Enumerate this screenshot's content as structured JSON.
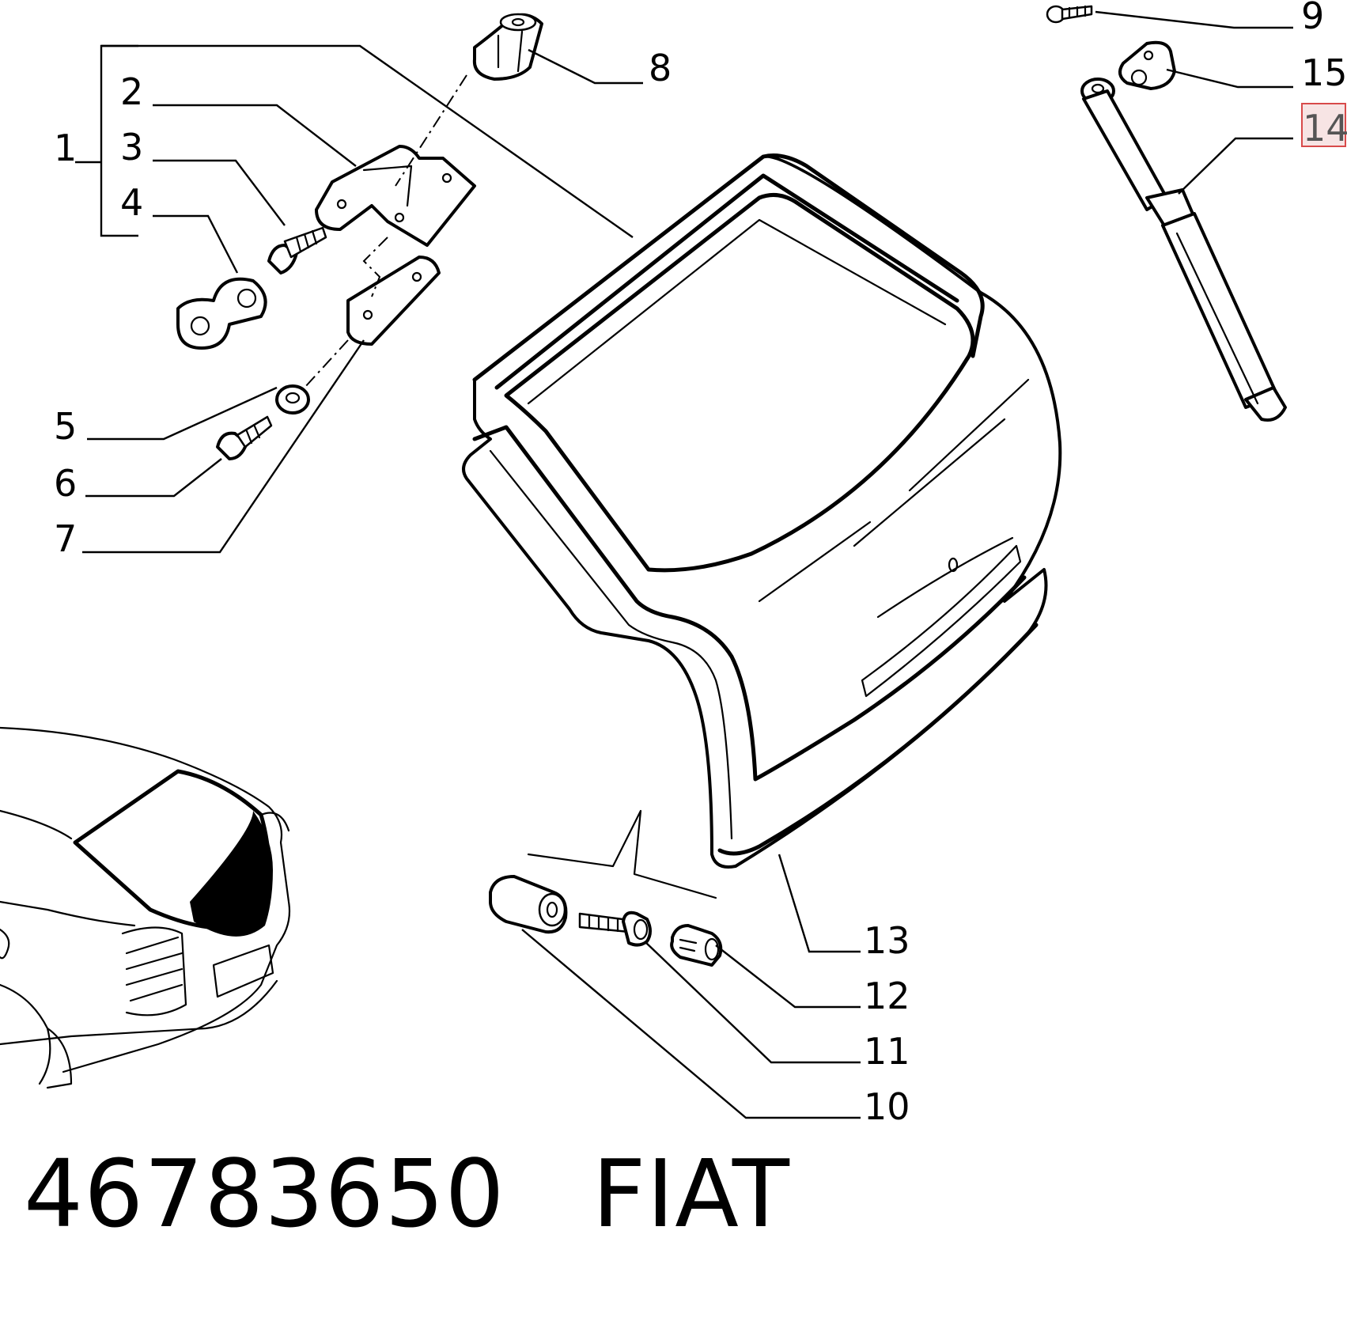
{
  "footer": {
    "part_number": "46783650",
    "brand": "FIAT"
  },
  "callouts": {
    "c1": "1",
    "c2": "2",
    "c3": "3",
    "c4": "4",
    "c5": "5",
    "c6": "6",
    "c7": "7",
    "c8": "8",
    "c9": "9",
    "c10": "10",
    "c11": "11",
    "c12": "12",
    "c13": "13",
    "c14": "14",
    "c15": "15"
  },
  "highlight": {
    "callout": "14",
    "box_color": "#d84a4a",
    "fill_color": "#f7e4e4"
  }
}
